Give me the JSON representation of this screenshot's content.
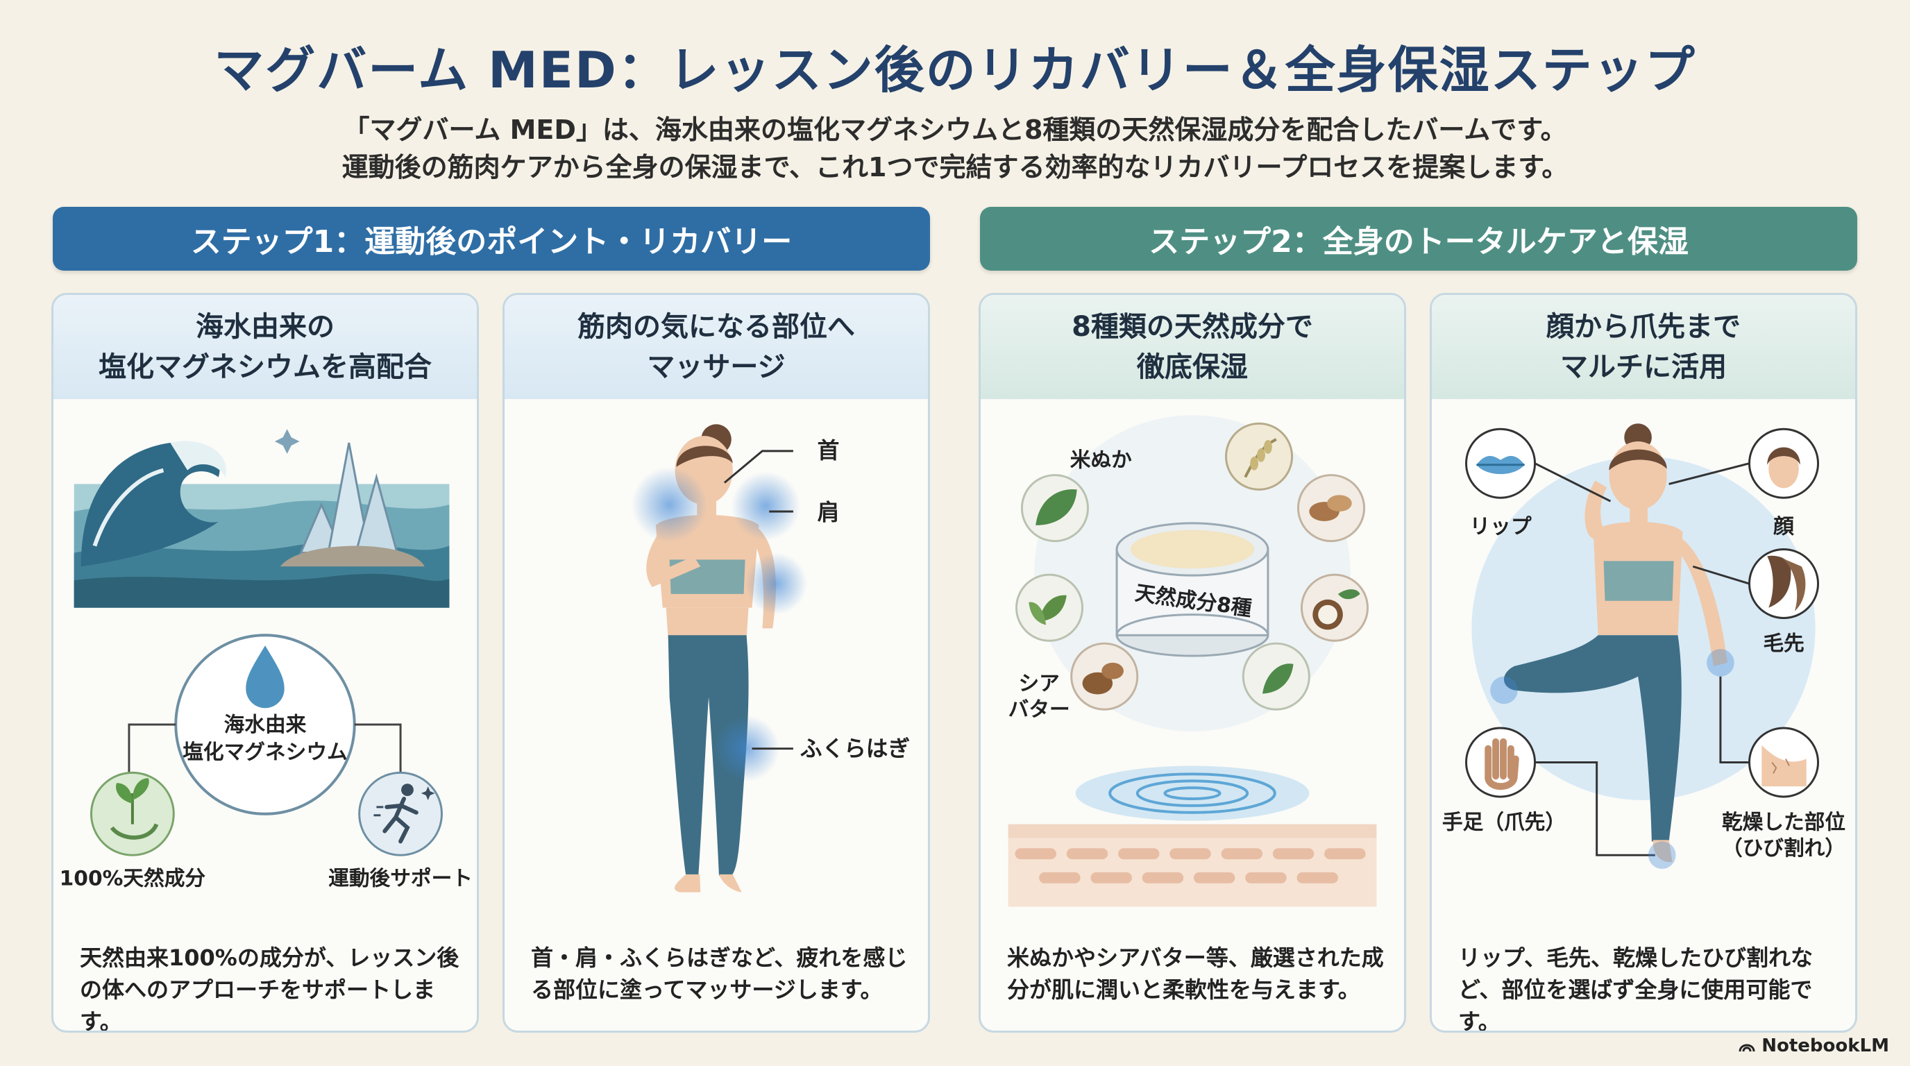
{
  "header": {
    "title": "マグバーム MED：レッスン後のリカバリー＆全身保湿ステップ",
    "subtitle_line1": "「マグバーム MED」は、海水由来の塩化マグネシウムと8種類の天然保湿成分を配合したバームです。",
    "subtitle_line2": "運動後の筋肉ケアから全身の保湿まで、これ1つで完結する効率的なリカバリープロセスを提案します。"
  },
  "steps": [
    {
      "label": "ステップ1：運動後のポイント・リカバリー",
      "color": "#2f6ea5"
    },
    {
      "label": "ステップ2：全身のトータルケアと保湿",
      "color": "#4f8f83"
    }
  ],
  "cards": [
    {
      "title": "海水由来の\n塩化マグネシウムを高配合",
      "center_label_1": "海水由来",
      "center_label_2": "塩化マグネシウム",
      "left_label": "100%天然成分",
      "right_label": "運動後サポート",
      "description": "天然由来100%の成分が、レッスン後の体へのアプローチをサポートします。"
    },
    {
      "title": "筋肉の気になる部位へ\nマッサージ",
      "labels": [
        "首",
        "肩",
        "ふくらはぎ"
      ],
      "description": "首・肩・ふくらはぎなど、疲れを感じる部位に塗ってマッサージします。"
    },
    {
      "title": "8種類の天然成分で\n徹底保湿",
      "jar_label": "天然成分8種",
      "label_rice": "米ぬか",
      "label_shea_1": "シア",
      "label_shea_2": "バター",
      "description": "米ぬかやシアバター等、厳選された成分が肌に潤いと柔軟性を与えます。"
    },
    {
      "title": "顔から爪先まで\nマルチに活用",
      "labels": [
        "リップ",
        "顔",
        "毛先",
        "手足（爪先）",
        "乾燥した部位",
        "（ひび割れ）"
      ],
      "description": "リップ、毛先、乾燥したひび割れなど、部位を選ばず全身に使用可能です。"
    }
  ],
  "footer": {
    "brand": "NotebookLM"
  }
}
